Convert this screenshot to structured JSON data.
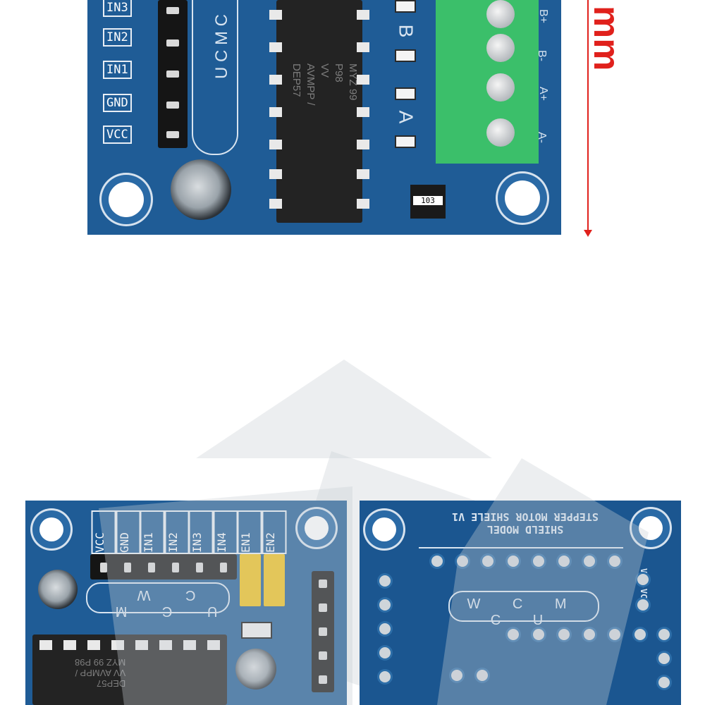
{
  "top_board": {
    "pin_labels": [
      "IN3",
      "IN2",
      "IN1",
      "GND",
      "VCC"
    ],
    "umcmc": "U C M C",
    "ic_marking": [
      "DEP57",
      "VV AVMPP /",
      "MYZ 99 P98"
    ],
    "silk_B": "B",
    "silk_A": "A",
    "resistor_code": "103",
    "terminal_labels": [
      "B+",
      "B-",
      "A+",
      "A-"
    ],
    "dimension_text": "mm"
  },
  "bottom_left_board": {
    "pin_labels": [
      "VCC",
      "GND",
      "IN1",
      "IN2",
      "IN3",
      "IN4",
      "EN1",
      "EN2"
    ],
    "umcmc": "U C M C W",
    "ic_marking": [
      "DEP57",
      "VV AVMPP /",
      "MYZ 99 P98"
    ]
  },
  "bottom_right_board": {
    "title_lines": [
      "STEPPER MOTOR SHIELE V1",
      "SHIELD MODEL"
    ],
    "umcmc": "W C M C U",
    "vin_label": "VIN-VCC"
  },
  "colors": {
    "pcb_blue": "#1f5c96",
    "terminal_green": "#3bbf6a",
    "dimension_red": "#e0211c",
    "jumper_yellow": "#f2c21a"
  }
}
